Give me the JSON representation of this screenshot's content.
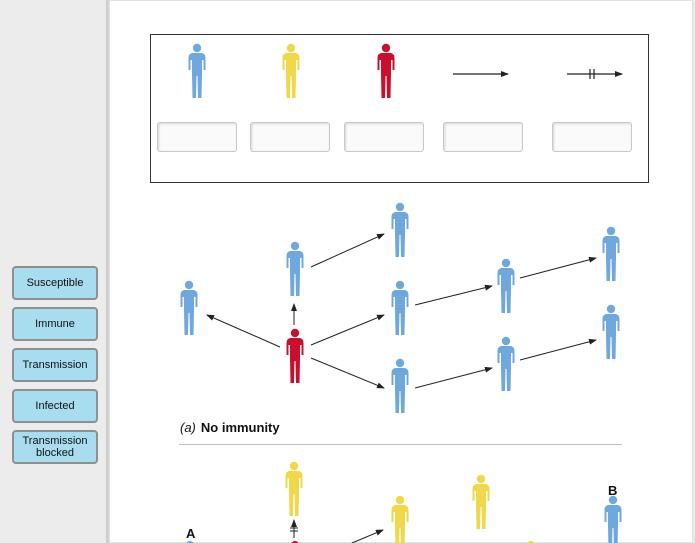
{
  "colors": {
    "susceptible": "#6fa8dc",
    "immune": "#f1d84a",
    "infected": "#c8102e",
    "tile_bg": "#a8dcef"
  },
  "labels": [
    {
      "id": "susceptible",
      "text": "Susceptible"
    },
    {
      "id": "immune",
      "text": "Immune"
    },
    {
      "id": "transmission",
      "text": "Transmission"
    },
    {
      "id": "infected",
      "text": "Infected"
    },
    {
      "id": "transmission-blocked",
      "text": "Transmission blocked"
    }
  ],
  "figure": {
    "panel_a": {
      "tag": "(a)",
      "title": "No immunity"
    },
    "panel_b": {
      "node_a": "A",
      "node_b": "B"
    }
  }
}
